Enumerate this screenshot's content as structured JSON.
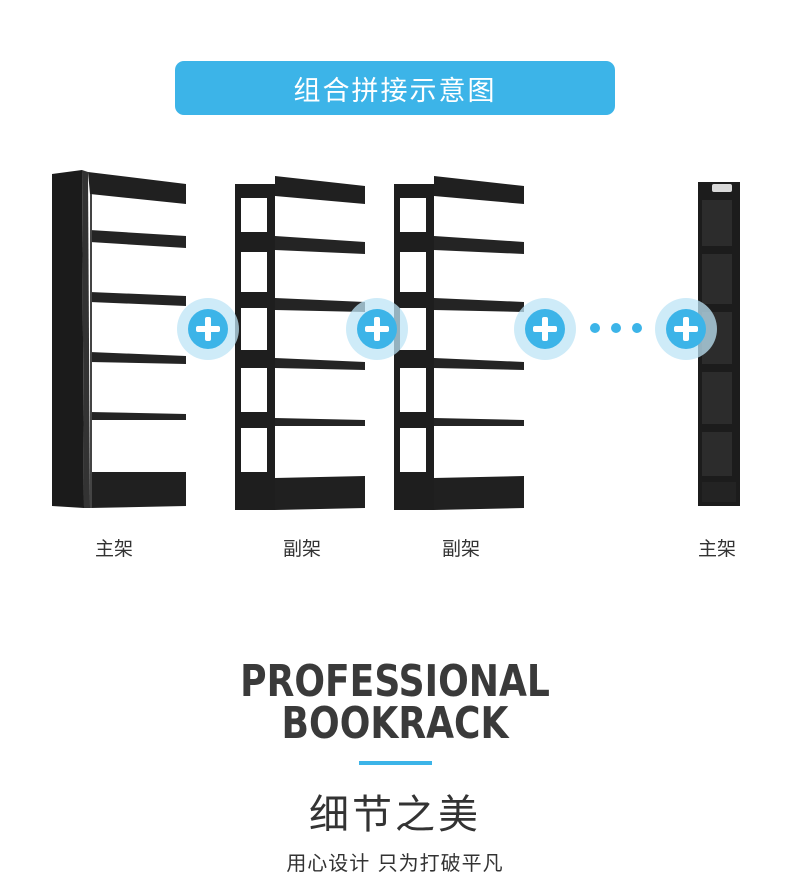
{
  "banner": {
    "title": "组合拼接示意图"
  },
  "racks": [
    {
      "label": "主架",
      "view": "side"
    },
    {
      "label": "副架",
      "view": "front"
    },
    {
      "label": "副架",
      "view": "front"
    },
    {
      "label": "主架",
      "view": "end"
    }
  ],
  "headline": {
    "line1": "PROFESSIONAL",
    "line2": "BOOKRACK"
  },
  "subtitle": "细节之美",
  "tagline": "用心设计 只为打破平凡",
  "colors": {
    "accent": "#3cb4e8",
    "rack": "#1e1e1e",
    "text": "#333333"
  },
  "icons": [
    "plus-icon",
    "ellipsis-icon"
  ]
}
